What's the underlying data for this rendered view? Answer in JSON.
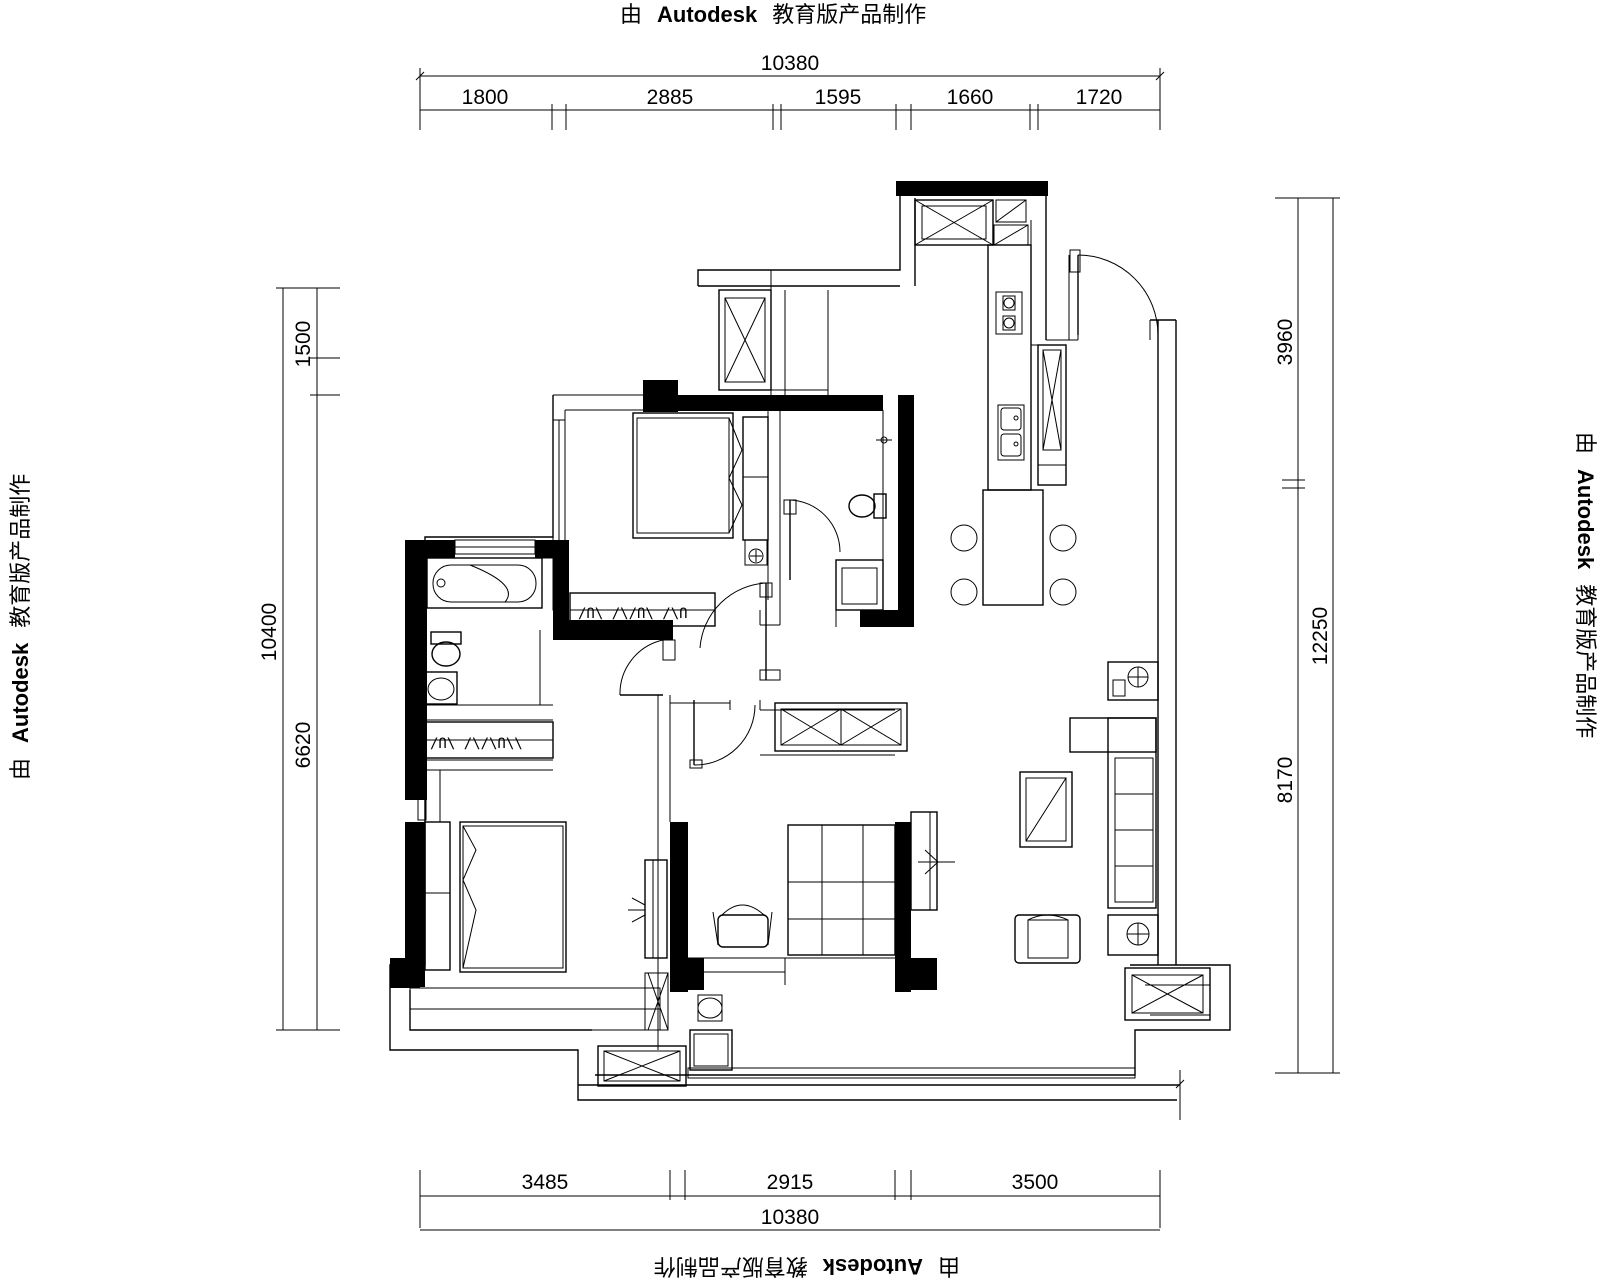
{
  "watermark": {
    "prefix": "由",
    "brand": "Autodesk",
    "suffix": "教育版产品制作"
  },
  "dimensions": {
    "top_total": "10380",
    "top_segments": [
      "1800",
      "2885",
      "1595",
      "1660",
      "1720"
    ],
    "bottom_segments": [
      "3485",
      "2915",
      "3500"
    ],
    "bottom_total": "10380",
    "left_total": "10400",
    "left_upper": "1500",
    "left_lower": "6620",
    "right_total": "12250",
    "right_upper": "3960",
    "right_lower": "8170"
  }
}
